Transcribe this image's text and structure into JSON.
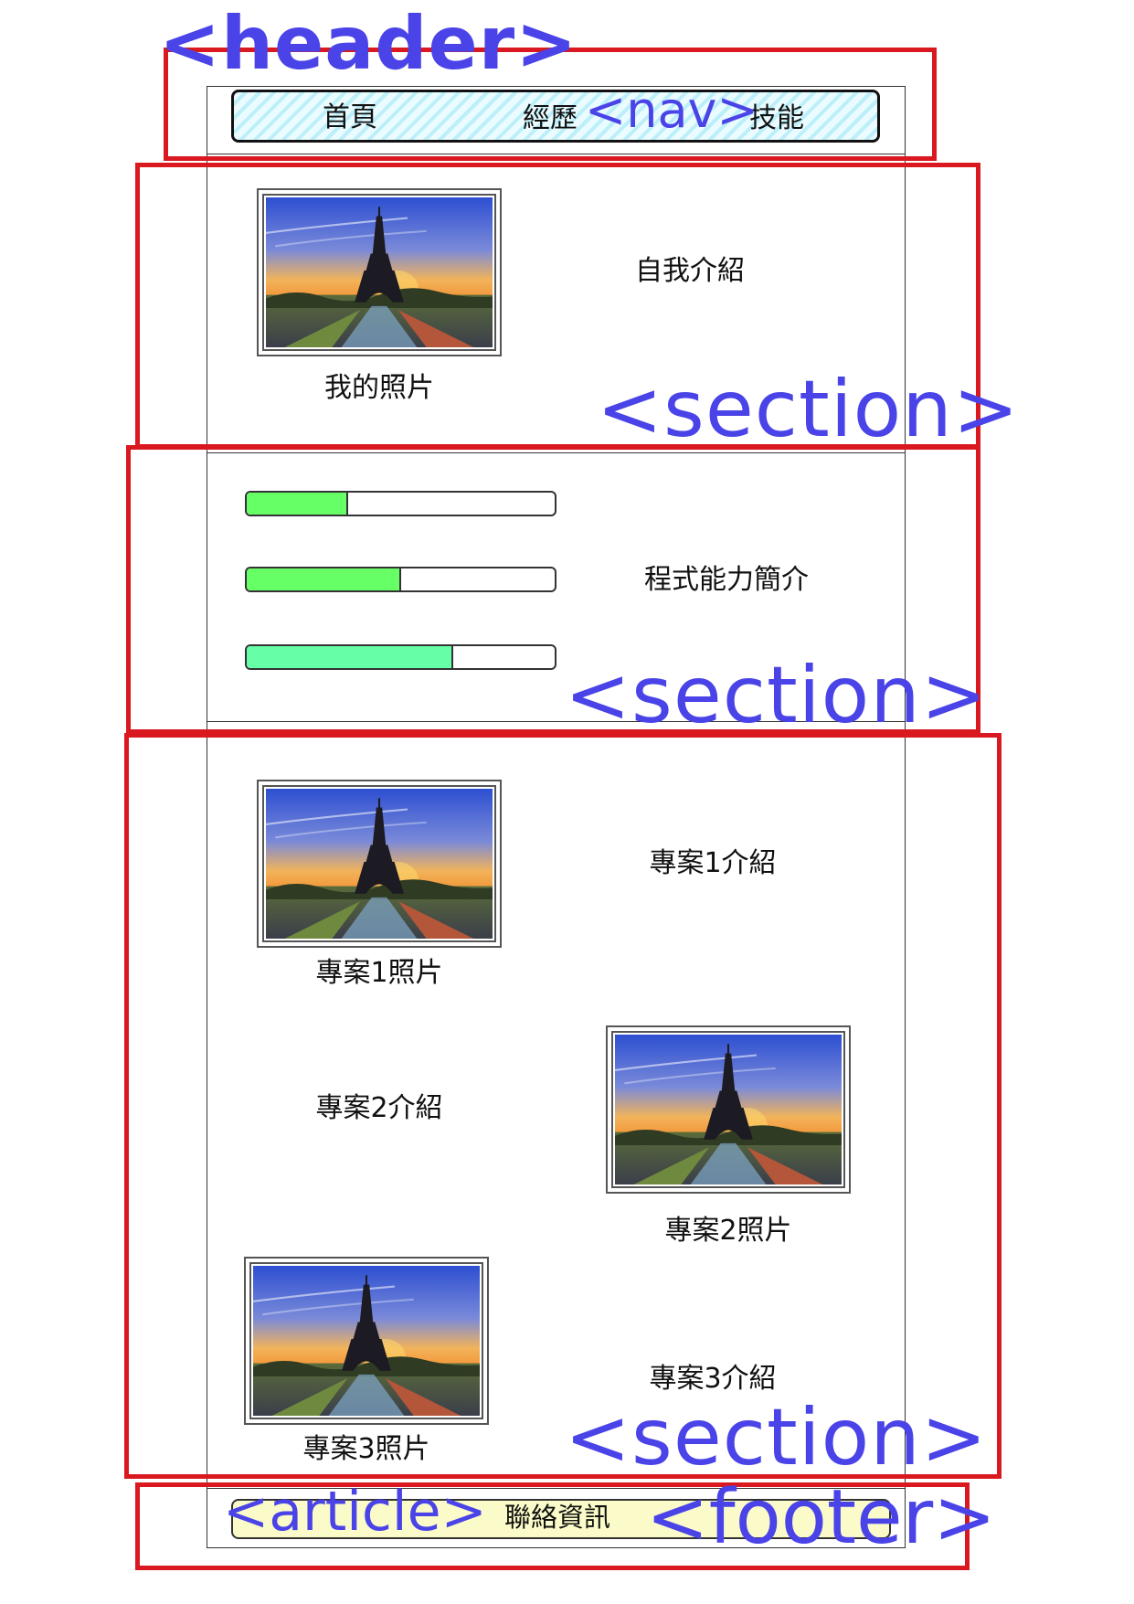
{
  "nav": {
    "items": [
      "首頁",
      "經歷",
      "技能"
    ]
  },
  "about": {
    "intro": "自我介紹",
    "photo_caption": "我的照片"
  },
  "skills": {
    "title": "程式能力簡介",
    "bars": [
      0.33,
      0.5,
      0.67
    ]
  },
  "projects": {
    "items": [
      {
        "intro": "專案1介紹",
        "photo_caption": "專案1照片"
      },
      {
        "intro": "專案2介紹",
        "photo_caption": "專案2照片"
      },
      {
        "intro": "專案3介紹",
        "photo_caption": "專案3照片"
      }
    ]
  },
  "footer": {
    "contact": "聯絡資訊"
  },
  "tags": {
    "header": "<header>",
    "nav": "<nav>",
    "section_1": "<section>",
    "section_2": "<section>",
    "section_3": "<section>",
    "article": "<article>",
    "footer": "<footer>"
  },
  "colors": {
    "annotation_red": "#d9191f",
    "tag_blue": "#4a43e8",
    "bar_fill_green": "#66ff66",
    "bar_fill_teal": "#66ffa8",
    "footer_fill": "#fbfbc9"
  }
}
